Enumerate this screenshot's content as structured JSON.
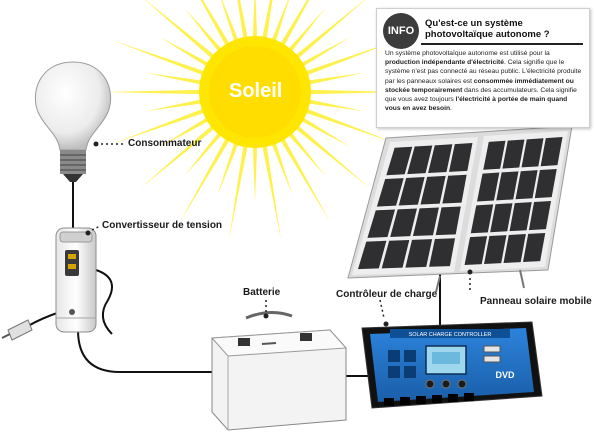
{
  "labels": {
    "soleil": "Soleil",
    "consommateur": "Consommateur",
    "convertisseur": "Convertisseur de tension",
    "batterie": "Batterie",
    "controleur": "Contrôleur de charge",
    "panneau": "Panneau solaire mobile"
  },
  "info": {
    "badge": "INFO",
    "title": "Qu'est-ce un système photovoltaïque autonome ?",
    "body_1": "Un système photovoltaïque autonome est utilisé pour la ",
    "body_bold_1": "production indépendante d'électricité",
    "body_2": ". Cela signifie que le système n'est pas connecté au réseau public. L'électricité produite par les panneaux solaires est ",
    "body_bold_2": "consommée immédiatement ou stockée temporairement",
    "body_3": " dans des accumulateurs. Cela signifie que vous avez toujours ",
    "body_bold_3": "l'électricité à portée de main quand vous en avez besoin",
    "body_4": "."
  },
  "controller": {
    "header": "SOLAR CHARGE CONTROLLER",
    "brand": "DVD"
  },
  "colors": {
    "sun": "#ffe600",
    "sun_ray": "#ffef3a",
    "panel_cell": "#2f2f31",
    "panel_frame": "#d8d8d8",
    "controller_body": "#1f6fc4",
    "controller_dark": "#1a1a1a",
    "battery": "#f2f2f2",
    "cable": "#111111"
  }
}
